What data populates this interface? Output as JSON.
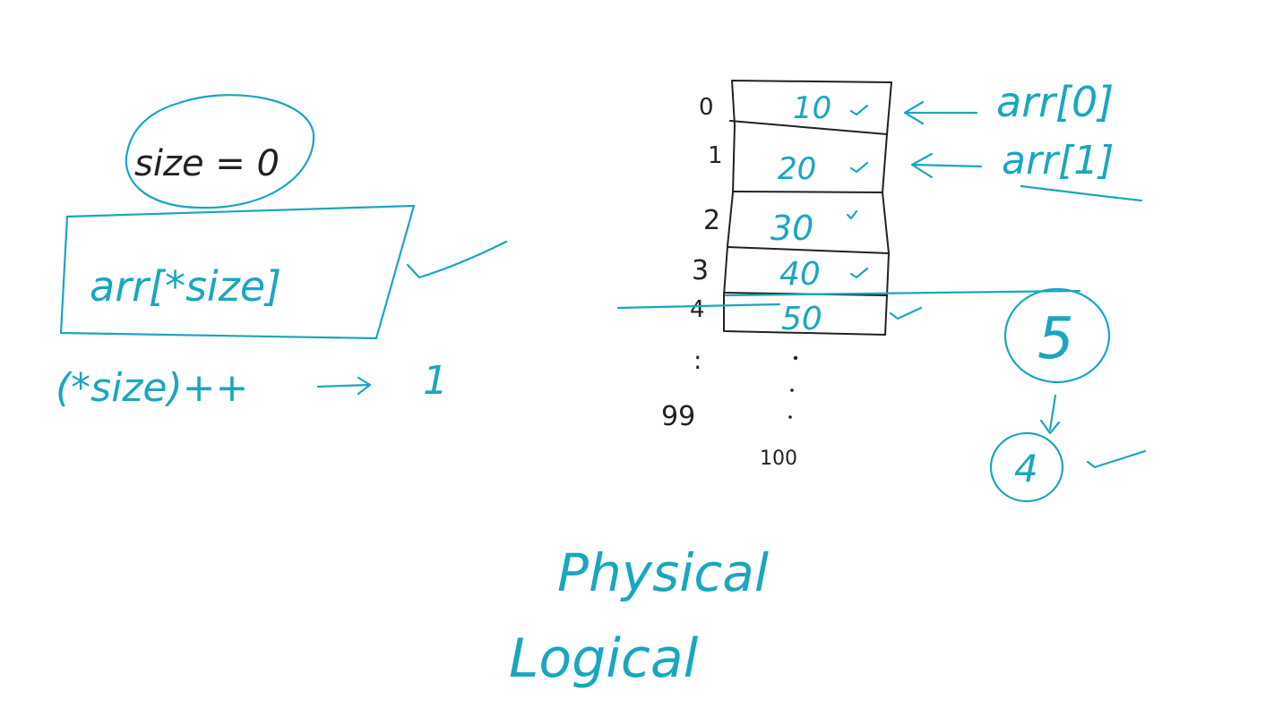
{
  "colors": {
    "ink_teal": "#1aa6bf",
    "ink_dark": "#222222",
    "background": "#ffffff"
  },
  "left_note": {
    "size_label": "size = 0",
    "box_expression": "arr[*size]",
    "increment_expression": "(*size)++",
    "increment_arrow_target": "1"
  },
  "memory_array": {
    "cells": [
      {
        "index": "0",
        "value": "10"
      },
      {
        "index": "1",
        "value": "20"
      },
      {
        "index": "2",
        "value": "30"
      },
      {
        "index": "3",
        "value": "40"
      },
      {
        "index": "4",
        "value": "50"
      }
    ],
    "ellipsis_index": ":",
    "last_index": "99",
    "last_value": "100",
    "pointer_labels": [
      {
        "text": "arr[0]"
      },
      {
        "text": "arr[1]"
      }
    ]
  },
  "count_note": {
    "circled_top": "5",
    "circled_bottom": "4"
  },
  "bottom_words": {
    "physical": "Physical",
    "logical": "Logical"
  }
}
